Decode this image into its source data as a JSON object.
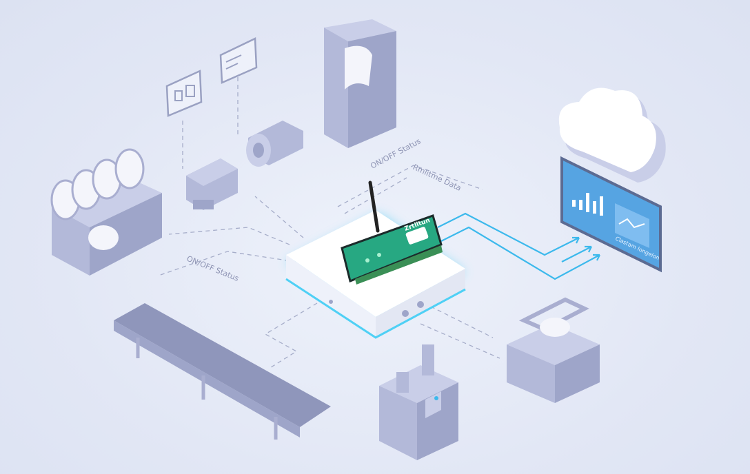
{
  "labels": {
    "onoff_top": "ON/OFF Status",
    "realtime": "Rmlitme Data",
    "onoff_left": "ON/OFF Status",
    "dashboard_caption": "Clastam Iongelon"
  },
  "device": {
    "brand": "Zrtlltun"
  },
  "colors": {
    "background": "#e3e8f5",
    "machine": "#b3b9d9",
    "device_green": "#27a882",
    "cloud_link": "#3cb9ec",
    "dashboard": "#5aa9e6",
    "hub_glow": "#5fd3f5"
  },
  "icons": [
    "gateway-device",
    "antenna",
    "cloud",
    "dashboard-screen",
    "bar-chart",
    "line-chart",
    "winding-machine",
    "motor",
    "electric-motor",
    "conveyor-belt",
    "printer-machine",
    "roller-machine",
    "control-cabinet",
    "monitor-panel"
  ]
}
